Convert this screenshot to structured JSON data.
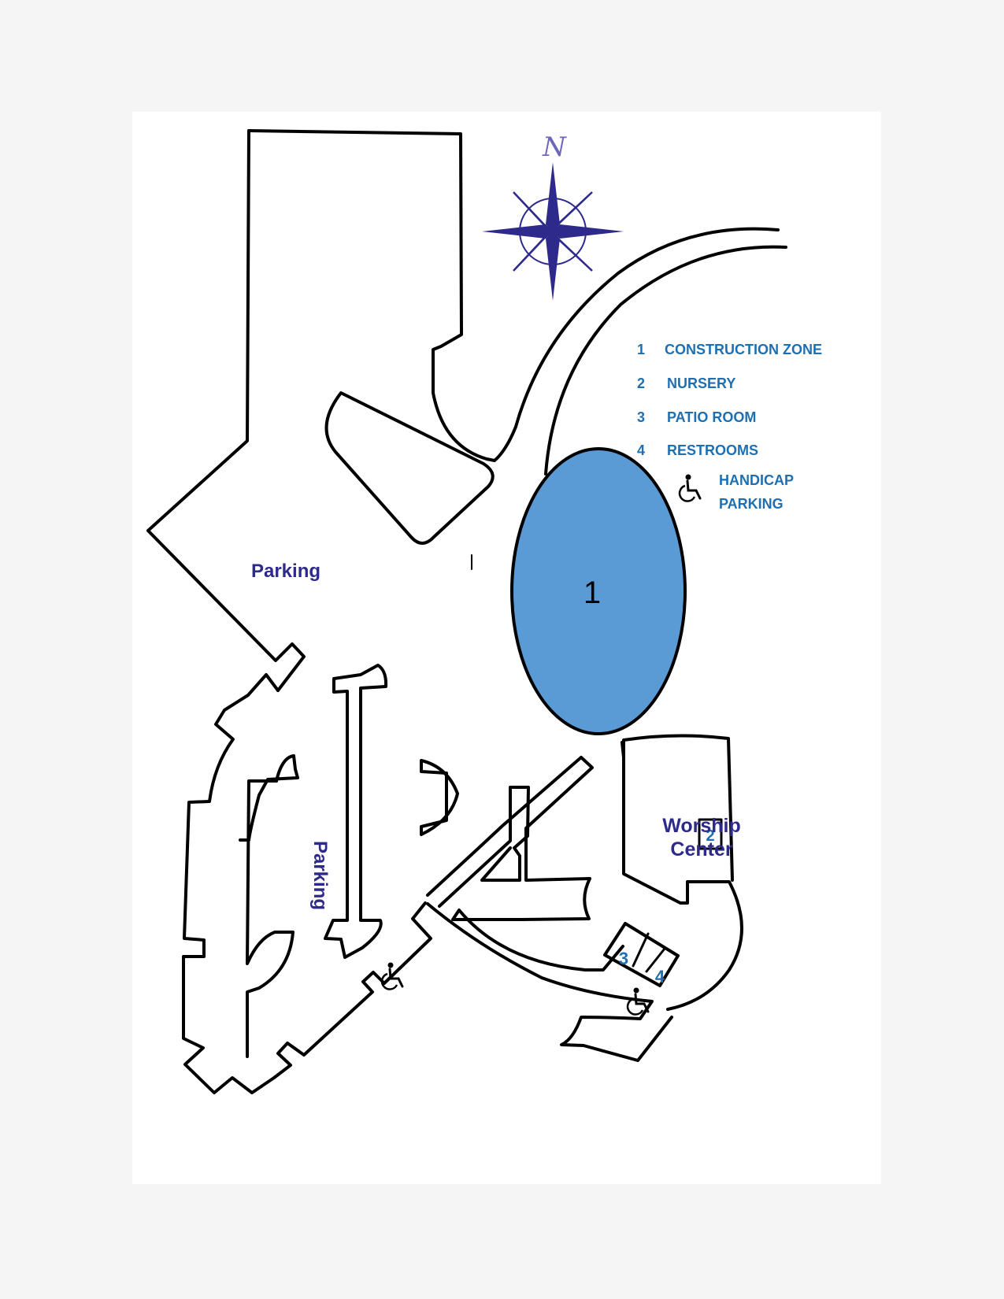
{
  "map": {
    "compass": {
      "north_label": "N",
      "color": "#2e2a8c"
    },
    "zone_label": "1",
    "zone_color": "#5b9bd5",
    "label_color": "#2e2a8c",
    "legend_color": "#1f6fb0",
    "parking_labels": [
      "Parking",
      "Parking"
    ],
    "building": {
      "line1": "Worship",
      "line2": "Center"
    },
    "area_numbers": {
      "nursery": "2",
      "patio": "3",
      "restrooms": "4"
    },
    "legend": {
      "items": [
        {
          "number": "1",
          "label": "CONSTRUCTION ZONE"
        },
        {
          "number": "2",
          "label": "NURSERY"
        },
        {
          "number": "3",
          "label": "PATIO ROOM"
        },
        {
          "number": "4",
          "label": "RESTROOMS"
        }
      ],
      "handicap": {
        "icon": "wheelchair-icon",
        "line1": "HANDICAP",
        "line2": "PARKING"
      }
    }
  }
}
